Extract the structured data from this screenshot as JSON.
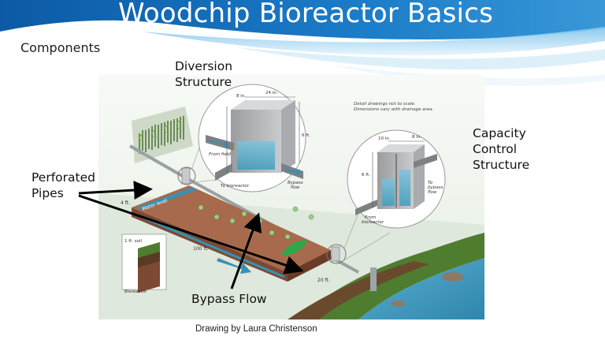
{
  "slide": {
    "title": "Woodchip Bioreactor Basics",
    "section_label": "Components",
    "credit": "Drawing by Laura Christenson",
    "colors": {
      "banner_blue": "#1a6fb5",
      "banner_light": "#bfe0f5",
      "water": "#3a9ec0",
      "grass": "#4f7d2f"
    }
  },
  "callouts": {
    "diversion": [
      "Diversion",
      "Structure"
    ],
    "capacity": [
      "Capacity",
      "Control",
      "Structure"
    ],
    "perforated": [
      "Perforated",
      "Pipes"
    ],
    "bypass": "Bypass Flow"
  },
  "diagram": {
    "note_line1": "Detail drawings not to scale.",
    "note_line2": "Dimensions vary with drainage area.",
    "diversion_dims": {
      "width": "8 in.",
      "length": "24 in.",
      "height": "6 ft."
    },
    "capacity_dims": {
      "width": "10 in.",
      "length": "8 in.",
      "height": "6 ft."
    },
    "labels": {
      "from_field": "From field",
      "to_bioreactor": "To bioreactor",
      "bypass_flow_1": "Bypass",
      "bypass_flow_2": "flow",
      "from_bioreactor_1": "From",
      "from_bioreactor_2": "bioreactor",
      "to_bypass_1": "To",
      "to_bypass_2": "bypass",
      "to_bypass_3": "flow",
      "water_level": "Water level",
      "bed_length": "100 ft.",
      "bed_width": "20 ft.",
      "bed_depth": "4 ft.",
      "soil_cap": "1 ft. soil",
      "bioreactor_inset": "Bioreactor"
    }
  }
}
